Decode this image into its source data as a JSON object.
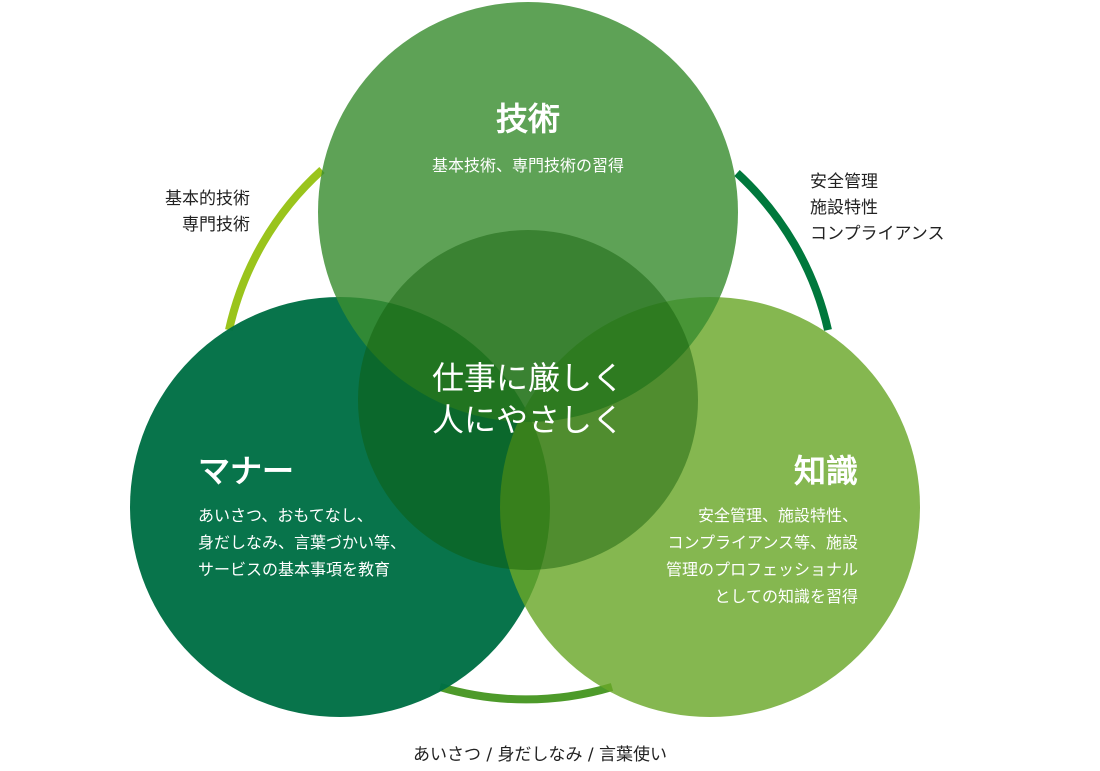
{
  "colors": {
    "gijutsu": "#3a8e31",
    "manner": "#006f45",
    "chishiki": "#6aa72a",
    "ring_left": "#9ac41c",
    "ring_right": "#00783c",
    "ring_bottom": "#4d9a2a",
    "text_dark": "#222222",
    "text_light": "#ffffff"
  },
  "circles": {
    "gijutsu": {
      "title": "技術",
      "desc": "基本技術、専門技術の習得"
    },
    "manner": {
      "title": "マナー",
      "desc": [
        "あいさつ、おもてなし、",
        "身だしなみ、言葉づかい等、",
        "サービスの基本事項を教育"
      ]
    },
    "chishiki": {
      "title": "知識",
      "desc": [
        "安全管理、施設特性、",
        "コンプライアンス等、施設",
        "管理のプロフェッショナル",
        "としての知識を習得"
      ]
    }
  },
  "center": [
    "仕事に厳しく",
    "人にやさしく"
  ],
  "outer_labels": {
    "top_left": [
      "基本的技術",
      "専門技術"
    ],
    "top_right": [
      "安全管理",
      "施設特性",
      "コンプライアンス"
    ],
    "bottom": "あいさつ / 身だしなみ / 言葉使い"
  }
}
